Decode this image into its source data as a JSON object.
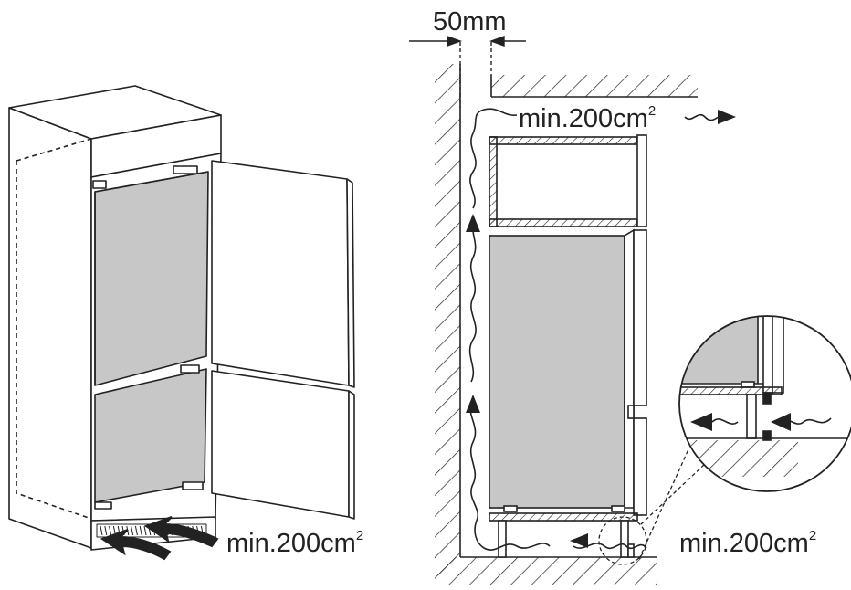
{
  "labels": {
    "gap_dimension": "50mm",
    "vent_top": {
      "value": "min.200cm",
      "superscript": "2"
    },
    "vent_bottom_left": {
      "value": "min.200cm",
      "superscript": "2"
    },
    "vent_bottom_right": {
      "value": "min.200cm",
      "superscript": "2"
    }
  },
  "colors": {
    "line": "#222222",
    "panel_fill": "#c7c7c7",
    "background": "#ffffff"
  }
}
